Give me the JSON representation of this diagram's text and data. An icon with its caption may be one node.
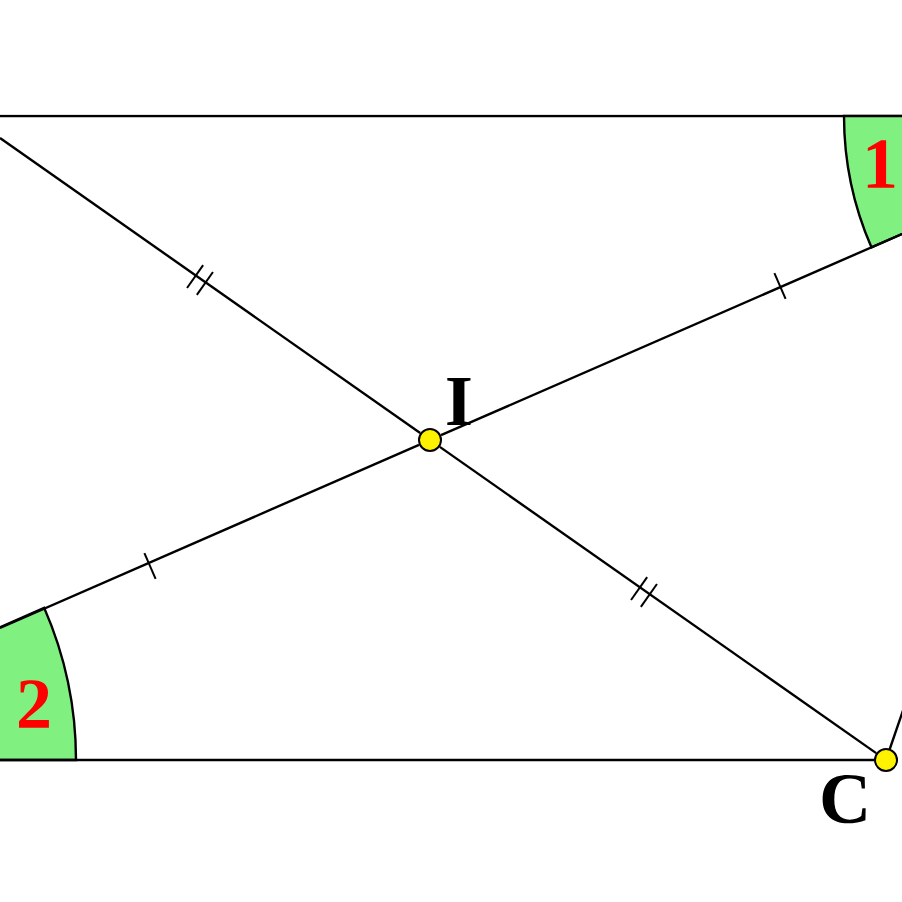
{
  "diagram": {
    "nodes": [
      {
        "text": [
          "1"
        ]
      },
      {
        "text": [
          "I"
        ]
      },
      {
        "text": [
          "C"
        ]
      },
      {
        "text": [
          "2"
        ]
      }
    ],
    "edges": [
      {
        "from": null,
        "to": 1,
        "arrow": "none"
      },
      {
        "from": 1,
        "to": 2,
        "arrow": "none"
      },
      {
        "from": 3,
        "to": 1,
        "arrow": "none"
      },
      {
        "from": 1,
        "to": 0,
        "arrow": "none"
      },
      {
        "from": 3,
        "to": 2,
        "arrow": "none"
      }
    ]
  }
}
